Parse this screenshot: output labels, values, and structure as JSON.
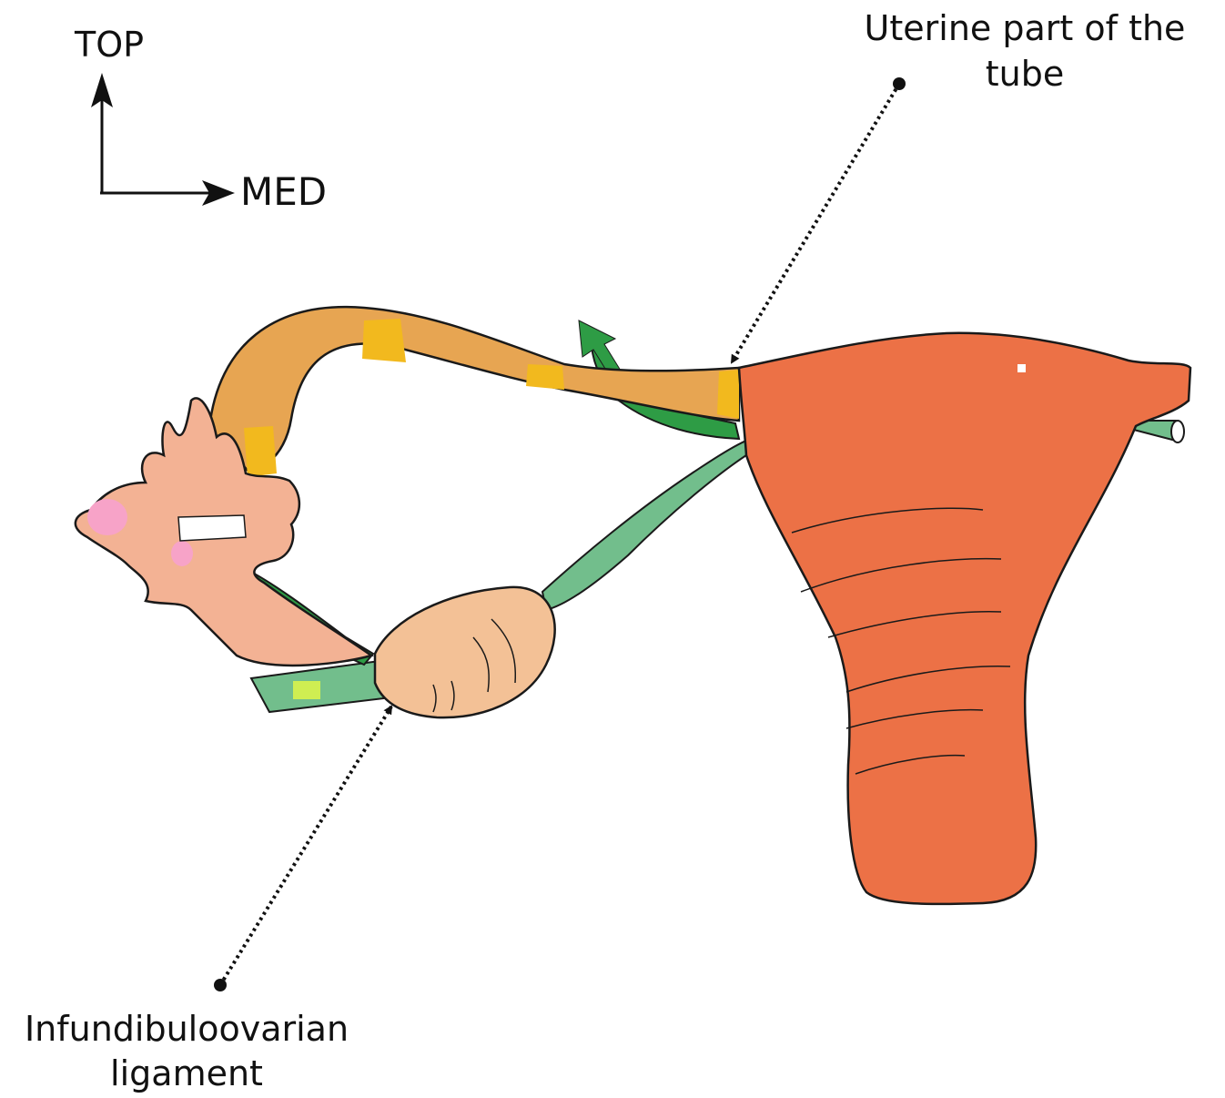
{
  "orientation": {
    "top_label": "TOP",
    "medial_label": "MED"
  },
  "labels": {
    "uterine_part_line1": "Uterine part of the",
    "uterine_part_line2": "tube",
    "infundibulo_line1": "Infundibuloovarian",
    "infundibulo_line2": "ligament"
  },
  "colors": {
    "uterus": "#ec7146",
    "tube": "#e7a552",
    "tube_highlight": "#f2b91e",
    "fimbriae": "#f3b294",
    "fimbriae_pink": "#f7a3c8",
    "ovary": "#f3c196",
    "ligament": "#72be8c",
    "ligament_dark": "#2e9c45",
    "ligament_light": "#cfee52",
    "outline": "#1a1a1a"
  }
}
